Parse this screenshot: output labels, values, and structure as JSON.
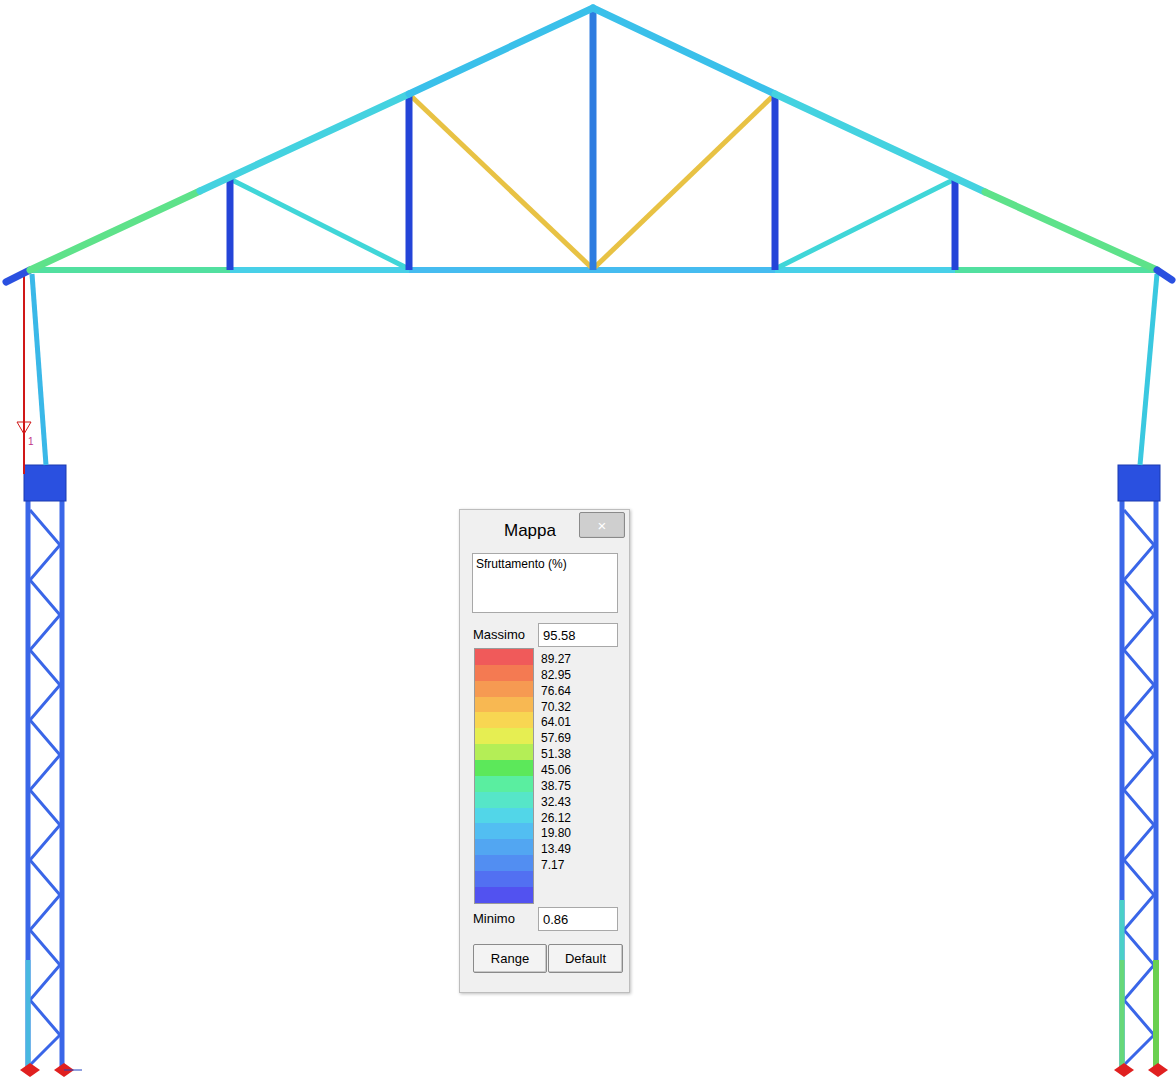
{
  "diagram": {
    "nodes": [
      {
        "text": [
          "Mappa",
          "Massimo",
          "Minimo"
        ]
      },
      {
        "text": [
          "×"
        ],
        "in": 0
      },
      {
        "text": [
          "Sfruttamento (%)"
        ],
        "in": 0
      },
      {
        "text": [
          "95.58"
        ],
        "in": 0
      },
      {
        "text": [
          "0.86"
        ],
        "in": 0
      },
      {
        "text": [
          "Range"
        ],
        "in": 0
      },
      {
        "text": [
          "Default"
        ],
        "in": 0
      }
    ],
    "labels": [
      "1"
    ],
    "legend": [
      {
        "text": "89.27",
        "color": "#f05a5a"
      },
      {
        "text": "82.95",
        "color": "#f47a52"
      },
      {
        "text": "76.64",
        "color": "#f69a52"
      },
      {
        "text": "70.32",
        "color": "#f8b852"
      },
      {
        "text": "64.01",
        "color": "#f8d652"
      },
      {
        "text": "57.69",
        "color": "#e6ee52"
      },
      {
        "text": "51.38",
        "color": "#b4ee56"
      },
      {
        "text": "45.06",
        "color": "#5ce85a"
      },
      {
        "text": "38.75",
        "color": "#5aeea0"
      },
      {
        "text": "32.43",
        "color": "#56e6c8"
      },
      {
        "text": "26.12",
        "color": "#52d6e8"
      },
      {
        "text": "19.80",
        "color": "#52bef2"
      },
      {
        "text": "13.49",
        "color": "#52a6f2"
      },
      {
        "text": "7.17",
        "color": "#528ef2"
      }
    ]
  }
}
